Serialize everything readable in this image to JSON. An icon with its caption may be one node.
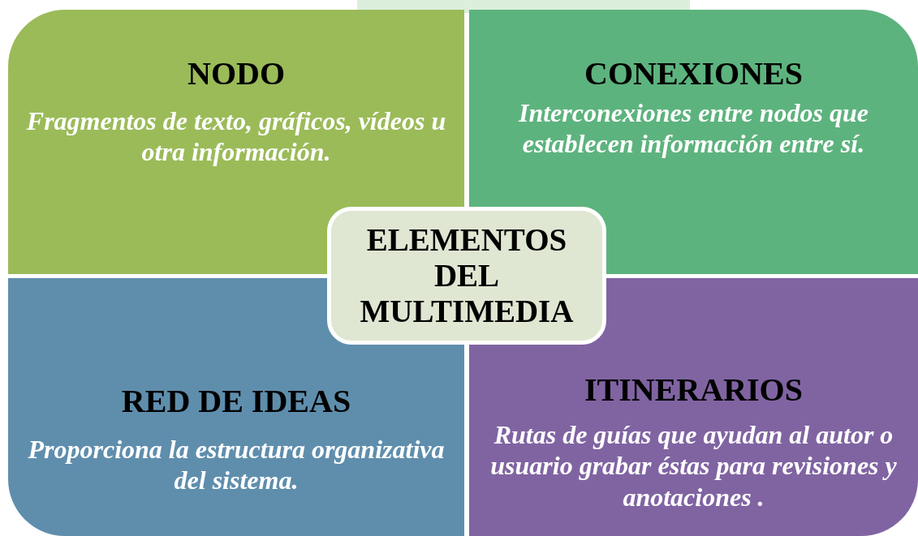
{
  "diagram": {
    "nodes": [
      {
        "text": [
          "NODO",
          "Fragmentos de texto, gráficos, vídeos u otra información."
        ]
      },
      {
        "text": [
          "CONEXIONES",
          "Interconexiones entre nodos que establecen información entre sí."
        ]
      },
      {
        "text": [
          "ELEMENTOS DEL MULTIMEDIA"
        ]
      },
      {
        "text": [
          "RED DE IDEAS",
          "Proporciona la estructura organizativa del sistema."
        ]
      },
      {
        "text": [
          "ITINERARIOS",
          "Rutas de guías que ayudan al autor o usuario grabar éstas para revisiones y anotaciones ."
        ]
      }
    ]
  }
}
